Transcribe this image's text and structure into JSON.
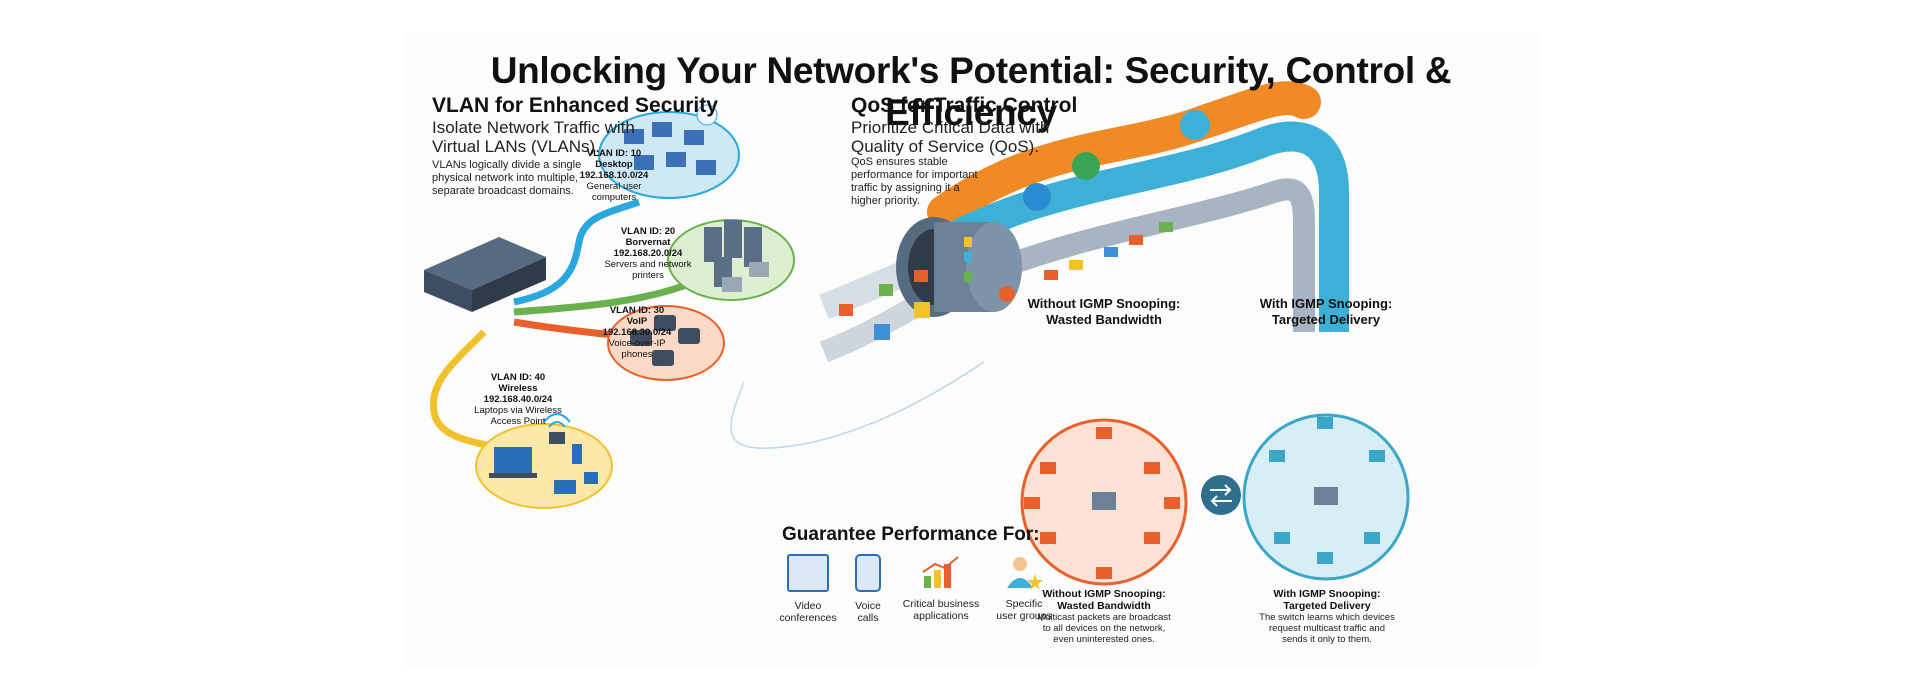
{
  "title": "Unlocking Your Network's Potential: Security, Control & Efficiency",
  "vlan": {
    "title": "VLAN for Enhanced Security",
    "subtitle_line1": "Isolate Network Traffic with",
    "subtitle_line2": "Virtual LANs (VLANs).",
    "desc_line1": "VLANs logically divide a single",
    "desc_line2": "physical network into multiple,",
    "desc_line3": "separate broadcast domains.",
    "groups": [
      {
        "id": "VLAN ID: 10",
        "name": "Desktop",
        "subnet": "192.168.10.0/24",
        "desc1": "General user",
        "desc2": "computers",
        "color": "#2aa7dd"
      },
      {
        "id": "VLAN ID: 20",
        "name": "Borvernat",
        "subnet": "192.168.20.0/24",
        "desc1": "Servers and network",
        "desc2": "printers",
        "color": "#6ab04c"
      },
      {
        "id": "VLAN ID: 30",
        "name": "VoIP",
        "subnet": "192.168.30.0/24",
        "desc1": "Voice-over-IP phones",
        "desc2": "",
        "color": "#e8602c"
      },
      {
        "id": "VLAN ID: 40",
        "name": "Wireless",
        "subnet": "192.168.40.0/24",
        "desc1": "Laptops via Wireless",
        "desc2": "Access Point",
        "color": "#f2c12e"
      }
    ]
  },
  "qos": {
    "title": "QoS for Traffic Control",
    "subtitle_line1": "Prioritize Critical Data with",
    "subtitle_line2": "Quality of Service (QoS).",
    "desc_line1": "QoS ensures stable",
    "desc_line2": "performance for important",
    "desc_line3": "traffic by assigning it a",
    "desc_line4": "higher priority.",
    "lane_colors": [
      "#f08a24",
      "#3db0d8",
      "#a7b4c2"
    ]
  },
  "igmp": {
    "without_title1": "Without IGMP Snooping:",
    "without_title2": "Wasted Bandwidth",
    "with_title1": "With IGMP Snooping:",
    "with_title2": "Targeted Delivery",
    "without_cap_title1": "Without IGMP Snooping:",
    "without_cap_title2": "Wasted Bandwidth",
    "without_cap_desc1": "Multicast packets are broadcast",
    "without_cap_desc2": "to all devices on the network,",
    "without_cap_desc3": "even uninterested ones.",
    "with_cap_title1": "With IGMP Snooping:",
    "with_cap_title2": "Targeted Delivery",
    "with_cap_desc1": "The switch learns which devices",
    "with_cap_desc2": "request multicast traffic and",
    "with_cap_desc3": "sends it only to them.",
    "without_color": "#e8602c",
    "with_color": "#3aa6c8"
  },
  "performance": {
    "title": "Guarantee Performance For:",
    "items": [
      {
        "line1": "Video",
        "line2": "conferences",
        "icon": "video-conference-icon"
      },
      {
        "line1": "Voice",
        "line2": "calls",
        "icon": "voice-call-icon"
      },
      {
        "line1": "Critical business",
        "line2": "applications",
        "icon": "business-chart-icon"
      },
      {
        "line1": "Specific",
        "line2": "user groups",
        "icon": "user-group-icon"
      }
    ]
  }
}
